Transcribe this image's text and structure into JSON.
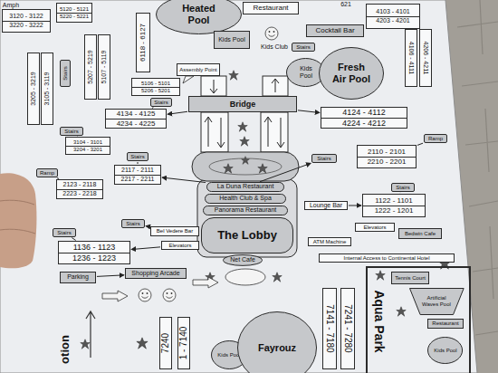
{
  "diagram": {
    "nodes": [
      {
        "text": [
          "Heated Pool"
        ]
      },
      {
        "text": [
          "Restaurant"
        ]
      },
      {
        "text": [
          "Cocktail Bar"
        ]
      },
      {
        "text": [
          "Kids Pool"
        ]
      },
      {
        "text": [
          "Stairs"
        ]
      },
      {
        "text": [
          "Kids Pool"
        ]
      },
      {
        "text": [
          "Fresh Air Pool"
        ]
      },
      {
        "text": [
          "4103 - 4101",
          "4203 - 4201"
        ]
      },
      {
        "text": [
          "4106 - 4111"
        ]
      },
      {
        "text": [
          "4206 - 4211"
        ]
      },
      {
        "text": [
          "5120 - 5121",
          "5220 - 5221"
        ]
      },
      {
        "text": [
          "3120 - 3122",
          "3220 - 3222"
        ]
      },
      {
        "text": [
          "6118 - 6127"
        ]
      },
      {
        "text": [
          "3205 - 3219"
        ]
      },
      {
        "text": [
          "3105 - 3119"
        ]
      },
      {
        "text": [
          "Stairs"
        ]
      },
      {
        "text": [
          "5207 - 5219"
        ]
      },
      {
        "text": [
          "5107 - 5119"
        ]
      },
      {
        "text": [
          "Assembly Point"
        ]
      },
      {
        "text": [
          "5106 - 5101",
          "5206 - 5201"
        ]
      },
      {
        "text": [
          "Stairs"
        ]
      },
      {
        "text": [
          "4134 - 4125",
          "4234 - 4225"
        ]
      },
      {
        "text": [
          "Bridge"
        ]
      },
      {
        "text": [
          "4124 - 4112",
          "4224 - 4212"
        ]
      },
      {
        "text": [
          "Stairs"
        ]
      },
      {
        "text": [
          "3104 - 3101",
          "3204 - 3201"
        ]
      },
      {
        "text": [
          "Stairs"
        ]
      },
      {
        "text": [
          "2117 - 2111",
          "2217 - 2211"
        ]
      },
      {
        "text": [
          "Ramp"
        ]
      },
      {
        "text": [
          "2123 - 2118",
          "2223 - 2218"
        ]
      },
      {
        "text": [
          "Stairs"
        ]
      },
      {
        "text": [
          "2110 - 2101",
          "2210 - 2201"
        ]
      },
      {
        "text": [
          "Ramp"
        ]
      },
      {
        "text": [
          "La Duna Restaurant"
        ]
      },
      {
        "text": [
          "Health Club & Spa"
        ]
      },
      {
        "text": [
          "Panorama Restaurant"
        ]
      },
      {
        "text": [
          "The Lobby"
        ]
      },
      {
        "text": [
          "Net Cafe"
        ]
      },
      {
        "text": [
          "Lounge Bar"
        ]
      },
      {
        "text": [
          "Stairs"
        ]
      },
      {
        "text": [
          "1122 - 1101",
          "1222 - 1201"
        ]
      },
      {
        "text": [
          "Elevators"
        ]
      },
      {
        "text": [
          "Bedwin Cafe"
        ]
      },
      {
        "text": [
          "ATM Machine"
        ]
      },
      {
        "text": [
          "Internal Access to Continental Hotel"
        ]
      },
      {
        "text": [
          "Stairs"
        ]
      },
      {
        "text": [
          "Bel Vedere Bar"
        ]
      },
      {
        "text": [
          "Elevators"
        ]
      },
      {
        "text": [
          "Stairs"
        ]
      },
      {
        "text": [
          "1136 - 1123",
          "1236 - 1223"
        ]
      },
      {
        "text": [
          "Shopping Arcade"
        ]
      },
      {
        "text": [
          "Parking"
        ]
      },
      {
        "text": [
          "7240"
        ]
      },
      {
        "text": [
          "1 - 7140"
        ]
      },
      {
        "text": [
          "Kids Pool"
        ]
      },
      {
        "text": [
          "Fayrouz"
        ]
      },
      {
        "text": [
          "7141 - 7180"
        ]
      },
      {
        "text": [
          "7241 - 7280"
        ]
      },
      {
        "text": [
          "Aqua Park"
        ]
      },
      {
        "text": [
          "Tennis Court"
        ],
        "in": 58
      },
      {
        "text": [
          "Artificial Waves Pool"
        ],
        "in": 58
      },
      {
        "text": [
          "Restaurant"
        ],
        "in": 58
      },
      {
        "text": [
          "Kids Pool"
        ],
        "in": 58
      }
    ],
    "edges": [
      {
        "from": 33,
        "to": 27,
        "arrow": "to"
      },
      {
        "from": 33,
        "to": 30,
        "arrow": "to"
      },
      {
        "from": 22,
        "to": 21,
        "arrow": "to"
      },
      {
        "from": 22,
        "to": 23,
        "arrow": "to"
      },
      {
        "from": 46,
        "to": 45,
        "arrow": "to"
      },
      {
        "from": 47,
        "to": 49,
        "arrow": "to"
      },
      {
        "from": 38,
        "to": 40,
        "arrow": "to"
      },
      {
        "from": 51,
        "to": 50,
        "arrow": "to"
      },
      {
        "from": 32,
        "to": 31,
        "arrow": "none"
      },
      {
        "from": 28,
        "to": 29,
        "arrow": "none"
      },
      {
        "from": 26,
        "to": 27,
        "arrow": "none"
      },
      {
        "from": 24,
        "to": 25,
        "arrow": "none"
      },
      {
        "from": 48,
        "to": 49,
        "arrow": "none"
      },
      {
        "from": 39,
        "to": 40,
        "arrow": "none"
      },
      {
        "from": 20,
        "to": 21,
        "arrow": "none"
      }
    ],
    "labels": [
      "Amph",
      "621",
      "Kids Club",
      "otion"
    ]
  }
}
